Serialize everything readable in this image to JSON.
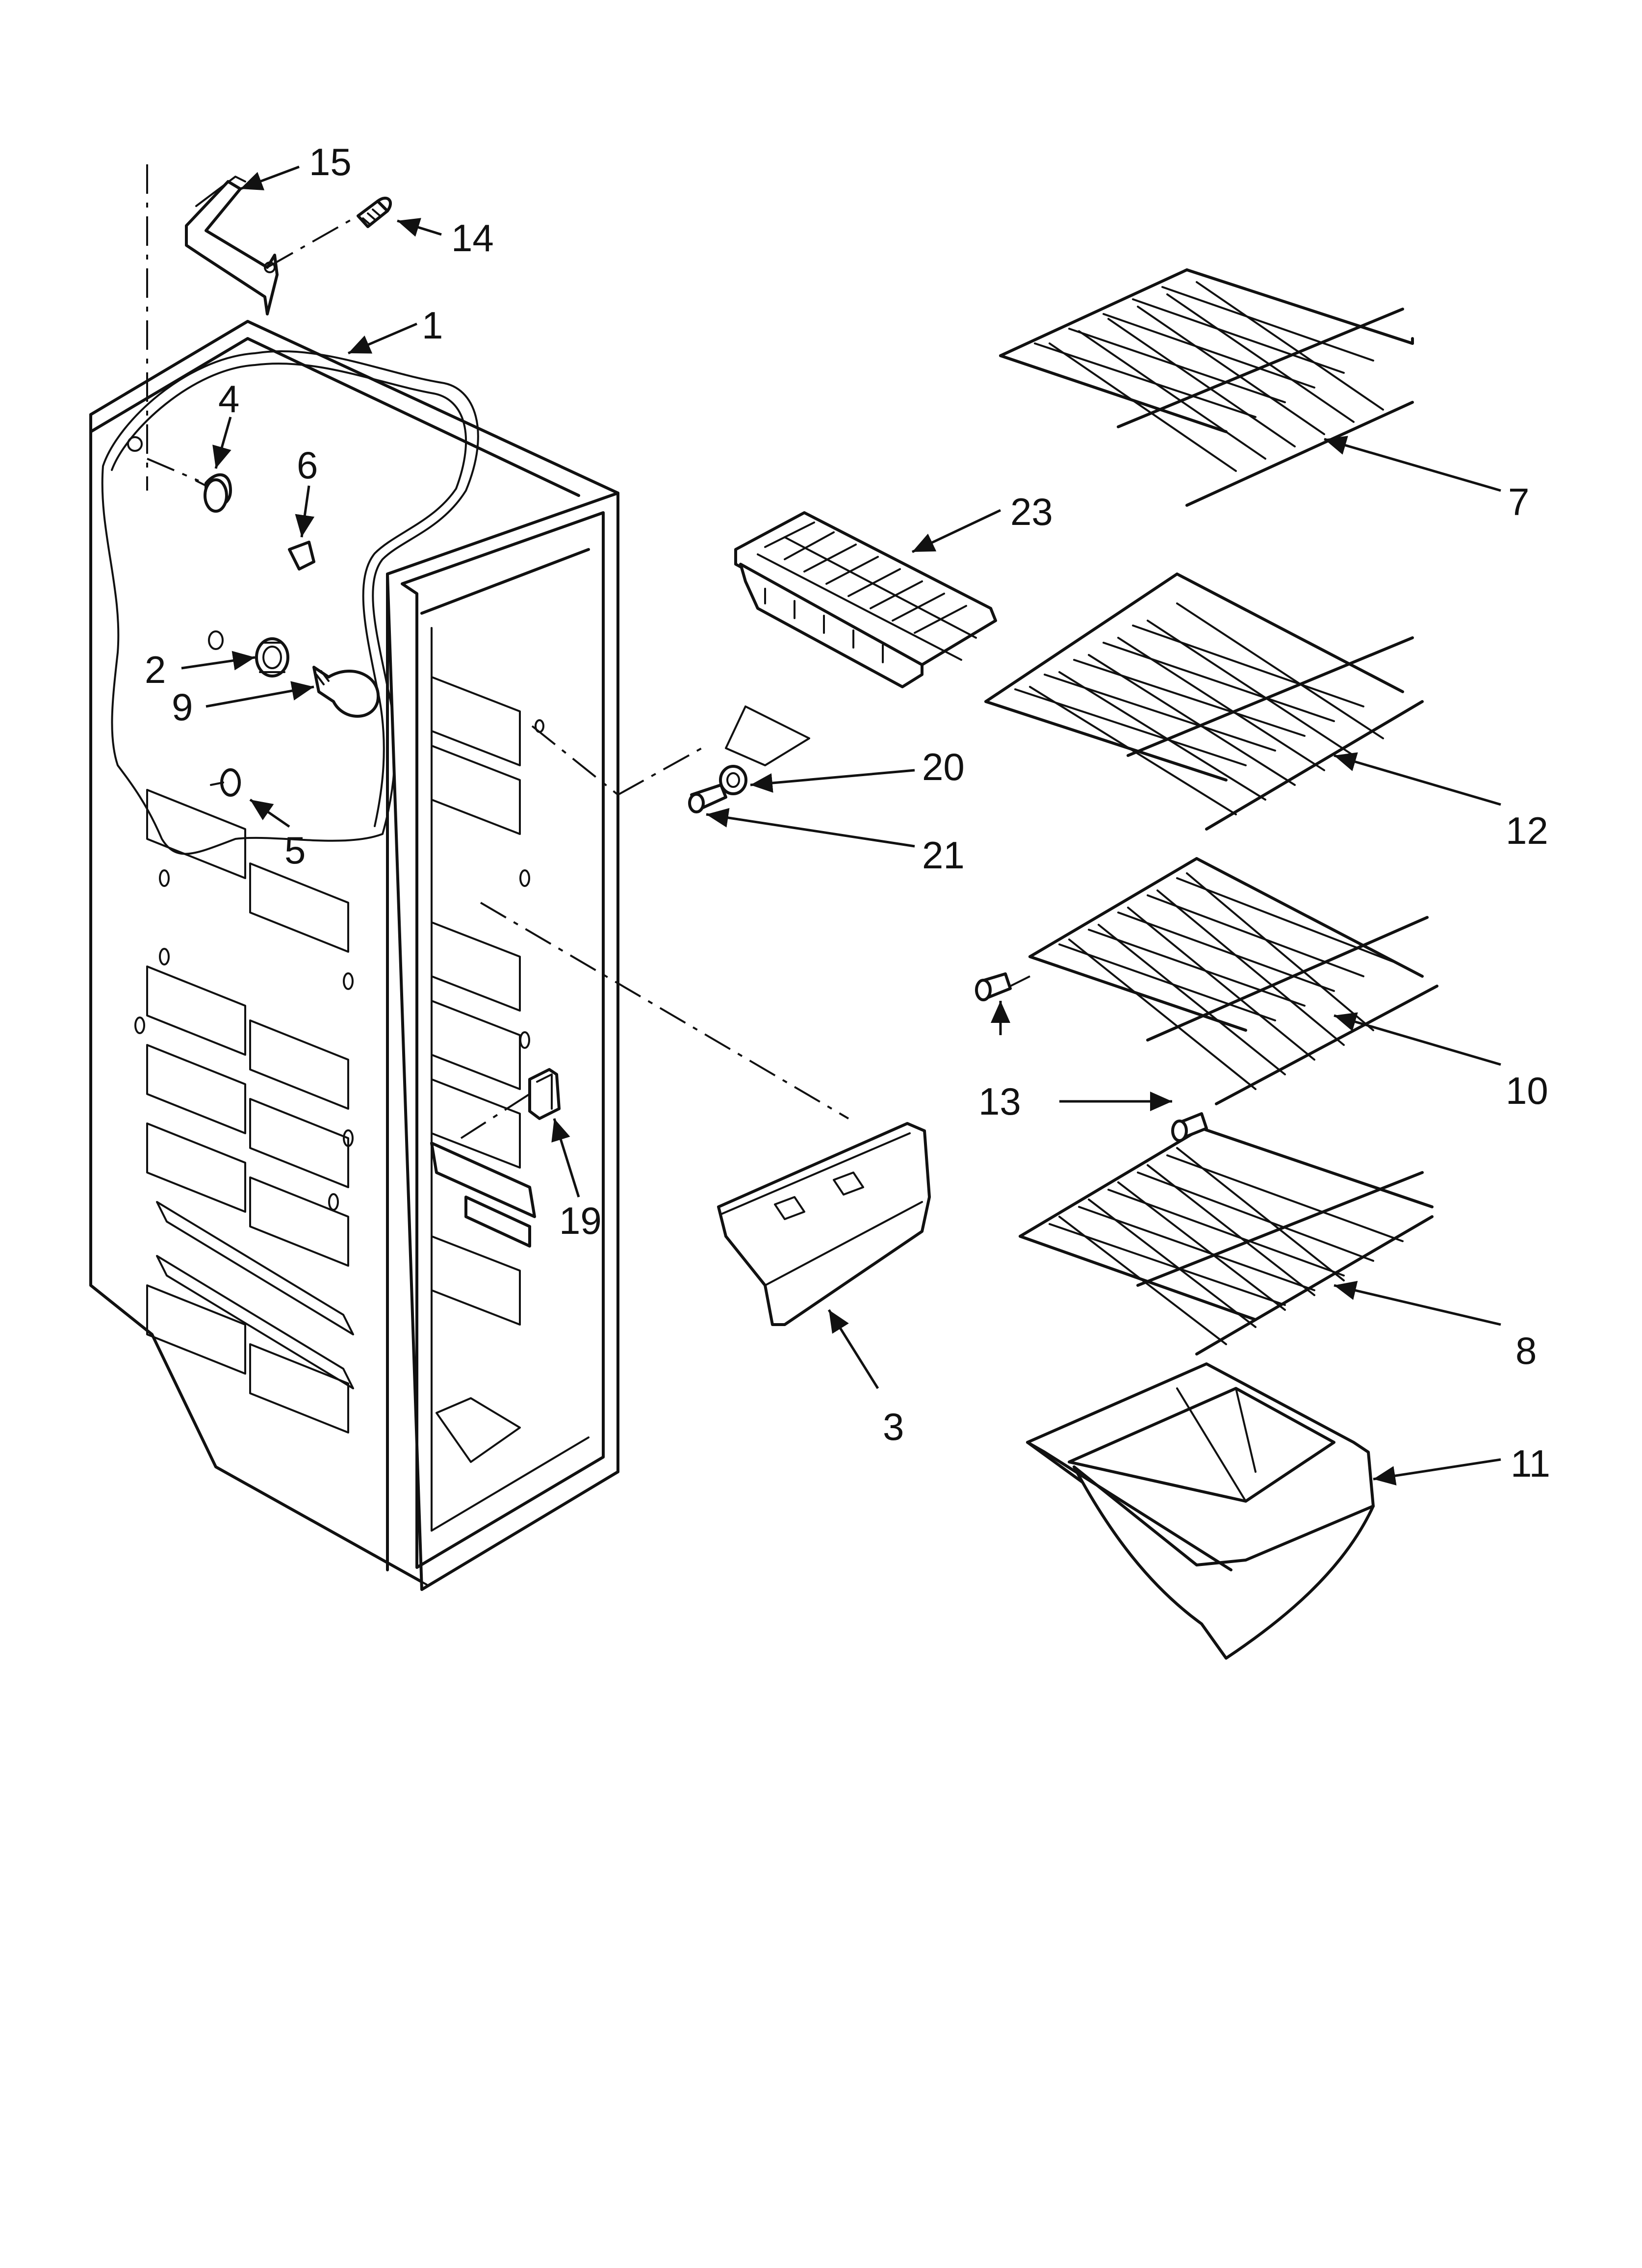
{
  "callouts": {
    "c1": "1",
    "c2": "2",
    "c3": "3",
    "c4": "4",
    "c5": "5",
    "c6": "6",
    "c7": "7",
    "c8": "8",
    "c9": "9",
    "c10": "10",
    "c11": "11",
    "c12": "12",
    "c13": "13",
    "c14": "14",
    "c15": "15",
    "c19": "19",
    "c20": "20",
    "c21": "21",
    "c23": "23"
  }
}
